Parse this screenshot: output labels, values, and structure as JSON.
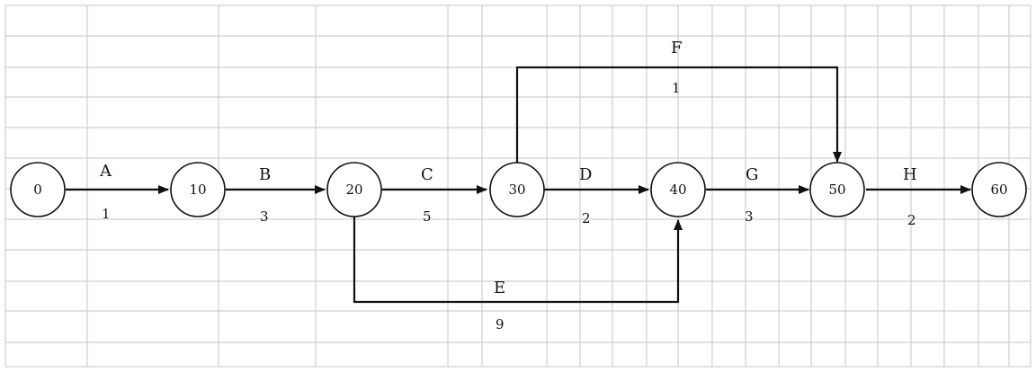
{
  "nodes": [
    {
      "id": "n0",
      "label": "0"
    },
    {
      "id": "n10",
      "label": "10"
    },
    {
      "id": "n20",
      "label": "20"
    },
    {
      "id": "n30",
      "label": "30"
    },
    {
      "id": "n40",
      "label": "40"
    },
    {
      "id": "n50",
      "label": "50"
    },
    {
      "id": "n60",
      "label": "60"
    }
  ],
  "activities": [
    {
      "id": "A",
      "name": "A",
      "duration": "1",
      "from": "0",
      "to": "10"
    },
    {
      "id": "B",
      "name": "B",
      "duration": "3",
      "from": "10",
      "to": "20"
    },
    {
      "id": "C",
      "name": "C",
      "duration": "5",
      "from": "20",
      "to": "30"
    },
    {
      "id": "D",
      "name": "D",
      "duration": "2",
      "from": "30",
      "to": "40"
    },
    {
      "id": "E",
      "name": "E",
      "duration": "9",
      "from": "20",
      "to": "40"
    },
    {
      "id": "F",
      "name": "F",
      "duration": "1",
      "from": "30",
      "to": "50"
    },
    {
      "id": "G",
      "name": "G",
      "duration": "3",
      "from": "40",
      "to": "50"
    },
    {
      "id": "H",
      "name": "H",
      "duration": "2",
      "from": "50",
      "to": "60"
    }
  ]
}
